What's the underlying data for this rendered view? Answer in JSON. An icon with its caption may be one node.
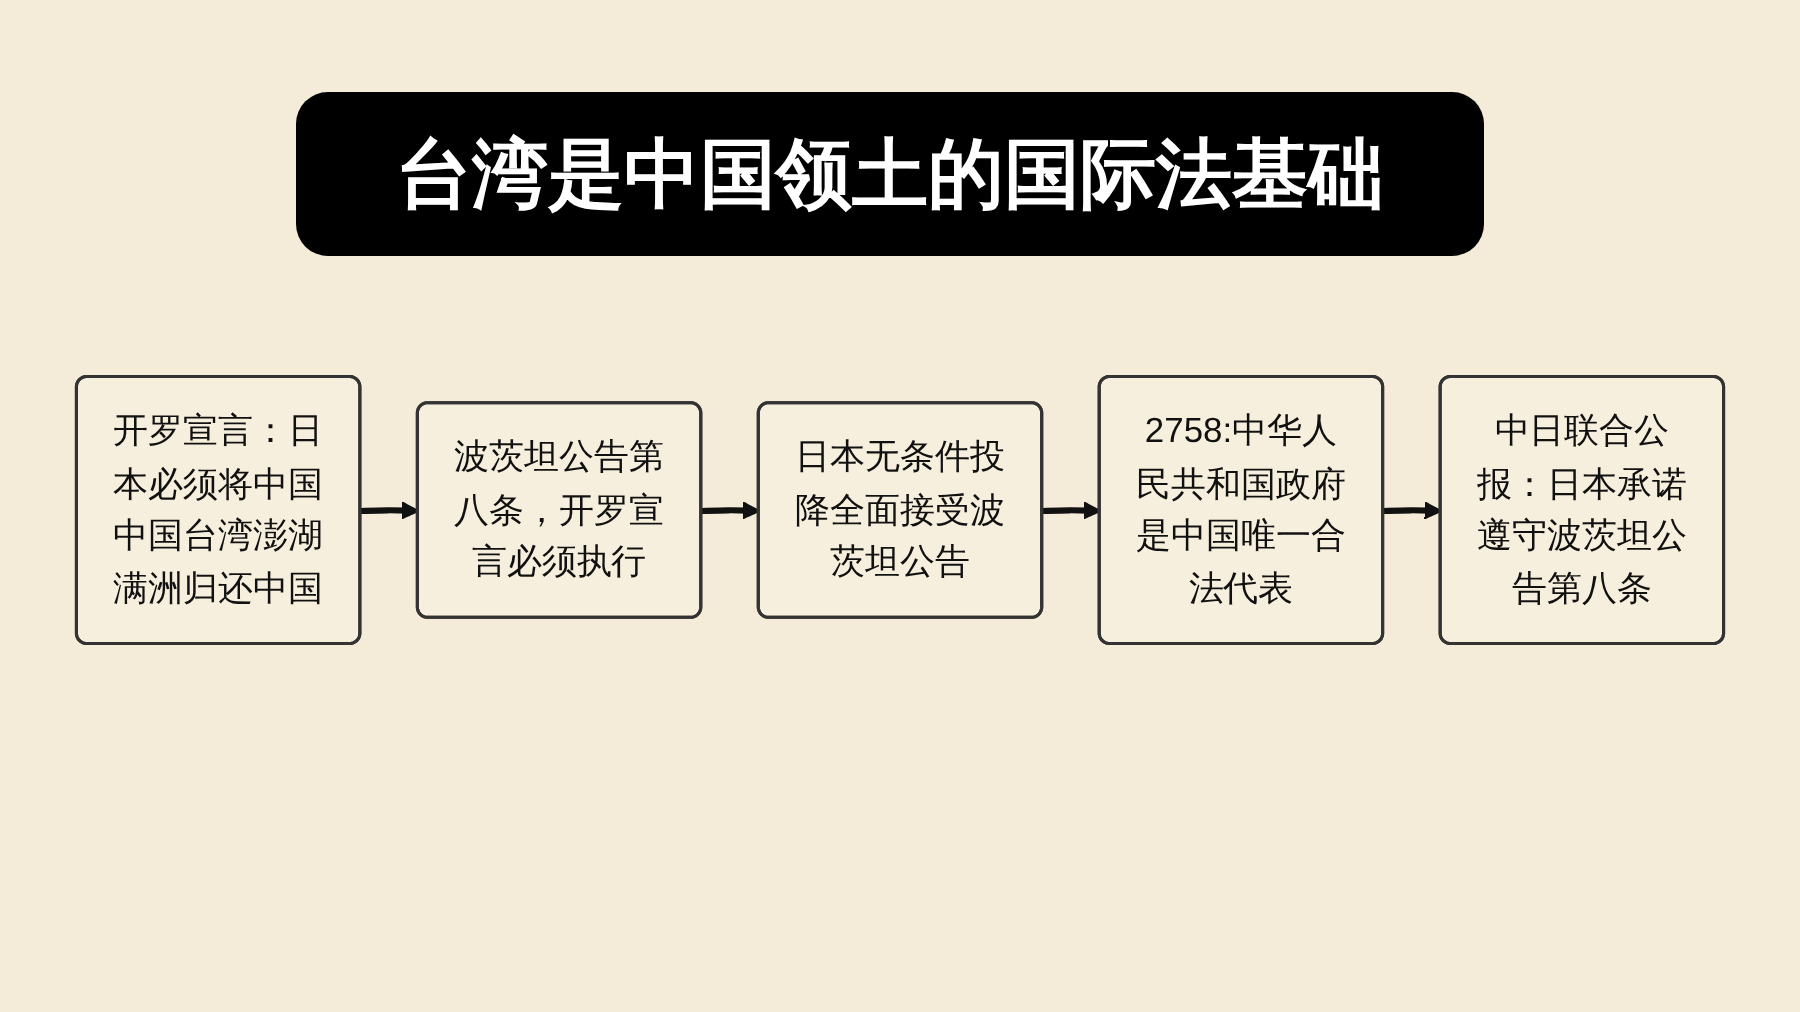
{
  "diagram": {
    "title": "台湾是中国领土的国际法基础",
    "nodes": [
      {
        "text": [
          "开罗宣言：日本必须将中国中国台湾澎湖满洲归还中国"
        ]
      },
      {
        "text": [
          "波茨坦公告第八条，开罗宣言必须执行"
        ]
      },
      {
        "text": [
          "日本无条件投降全面接受波茨坦公告"
        ]
      },
      {
        "text": [
          "2758:中华人民共和国政府是中国唯一合法代表"
        ]
      },
      {
        "text": [
          "中日联合公报：日本承诺遵守波茨坦公告第八条"
        ]
      }
    ],
    "edges": [
      {
        "from": 0,
        "to": 1,
        "arrow": "to"
      },
      {
        "from": 1,
        "to": 2,
        "arrow": "to"
      },
      {
        "from": 2,
        "to": 3,
        "arrow": "to"
      },
      {
        "from": 3,
        "to": 4,
        "arrow": "to"
      }
    ]
  }
}
